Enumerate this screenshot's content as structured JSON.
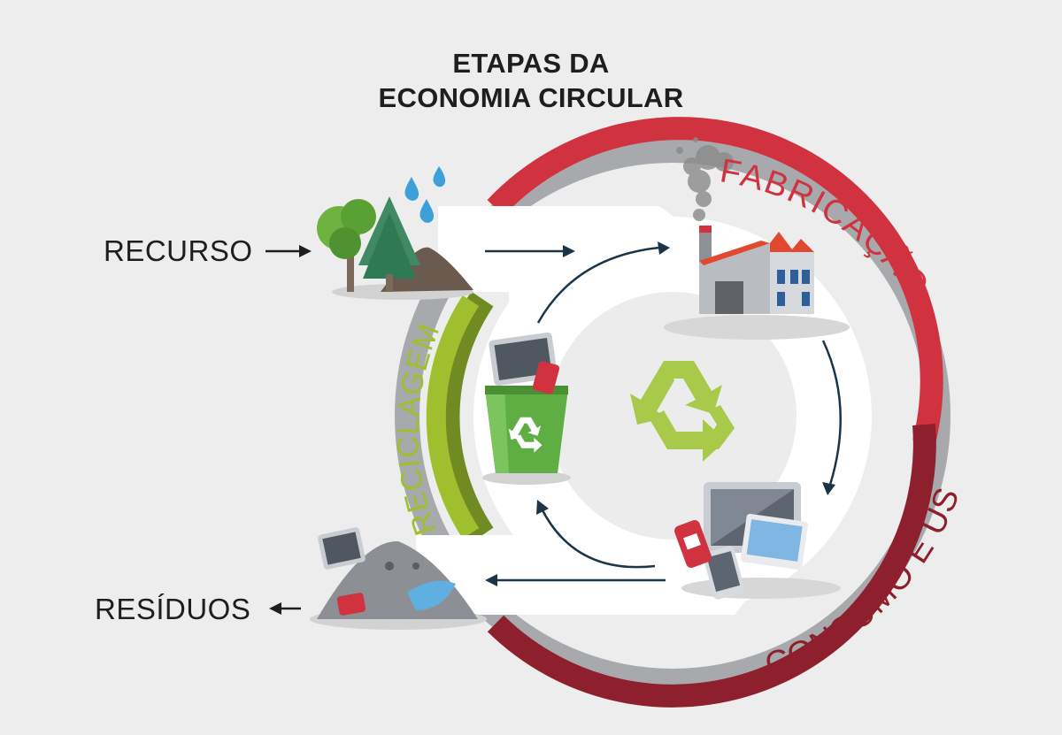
{
  "title": {
    "line1": "ETAPAS DA",
    "line2": "ECONOMIA CIRCULAR"
  },
  "stages": {
    "fabricacao": "FABRICAÇÃO",
    "consumo": "CONSUMO E USO",
    "reciclagem": "RECICLAGEM"
  },
  "labels": {
    "recurso": "RECURSO",
    "residuos": "RESÍDUOS"
  },
  "colors": {
    "background": "#ededed",
    "fabricacao_red": "#d0333f",
    "consumo_darkred": "#8e1f2d",
    "reciclagem_green": "#9fbf2f",
    "recycle_symbol": "#a9c94a",
    "outer_ring_gray": "#a7a9ac",
    "arrow_dark": "#1b3447"
  },
  "icons": [
    "tree-icon",
    "water-drop-icon",
    "soil-pile-icon",
    "factory-icon",
    "smoke-icon",
    "electronics-devices-icon",
    "recycle-bin-icon",
    "recycle-symbol-icon",
    "waste-pile-icon"
  ]
}
